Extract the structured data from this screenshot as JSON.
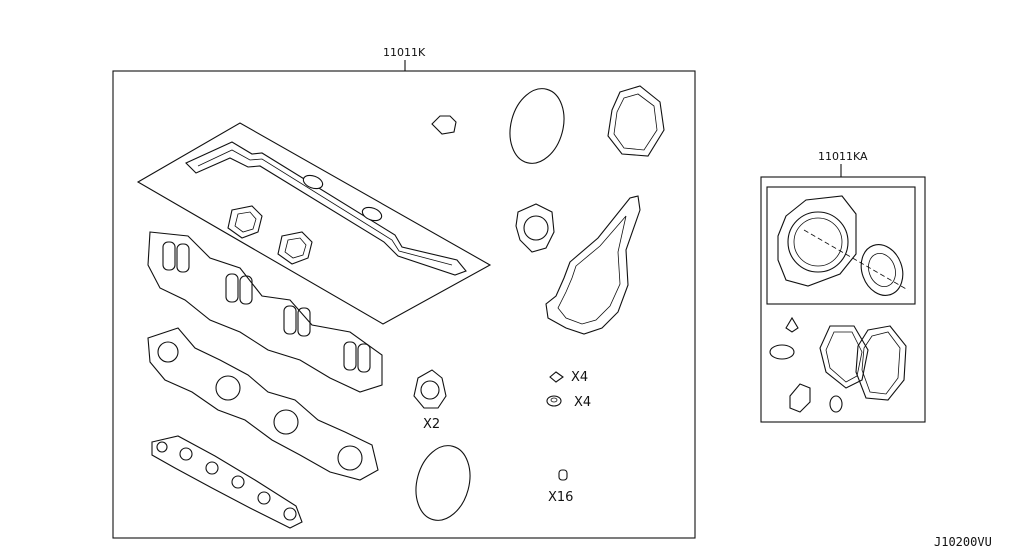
{
  "kits": [
    {
      "part_number": "11011K"
    },
    {
      "part_number": "11011KA"
    }
  ],
  "quantities": {
    "bracket": "X2",
    "washer_small": "X4",
    "seal_ring": "X4",
    "valve_seal": "X16"
  },
  "drawing_code": "J10200VU"
}
